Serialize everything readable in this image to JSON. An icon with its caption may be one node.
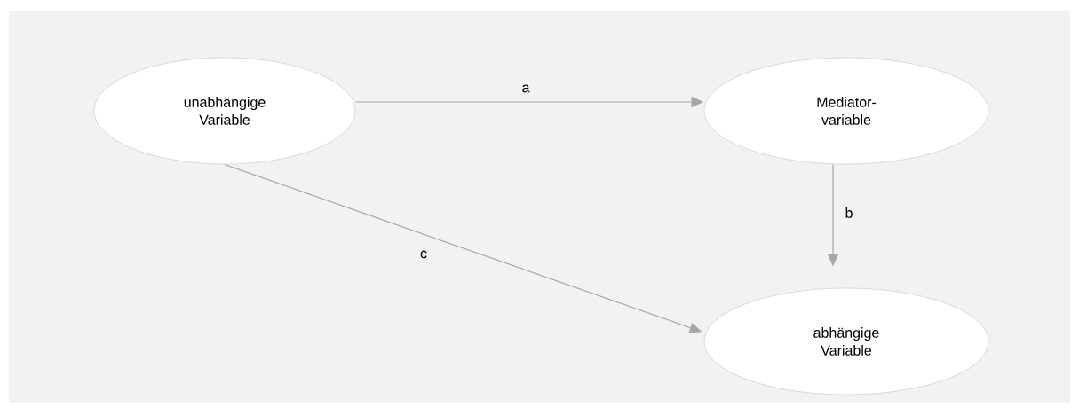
{
  "diagram": {
    "nodes": [
      {
        "text": [
          "unabhängige Variable"
        ]
      },
      {
        "text": [
          "Mediator- variable"
        ]
      },
      {
        "text": [
          "abhängige Variable"
        ]
      }
    ],
    "edges": [
      {
        "from": 0,
        "to": 1,
        "arrow": "to",
        "label": "a"
      },
      {
        "from": 1,
        "to": 2,
        "arrow": "to",
        "label": "b"
      },
      {
        "from": 0,
        "to": 2,
        "arrow": "to",
        "label": "c"
      }
    ]
  }
}
